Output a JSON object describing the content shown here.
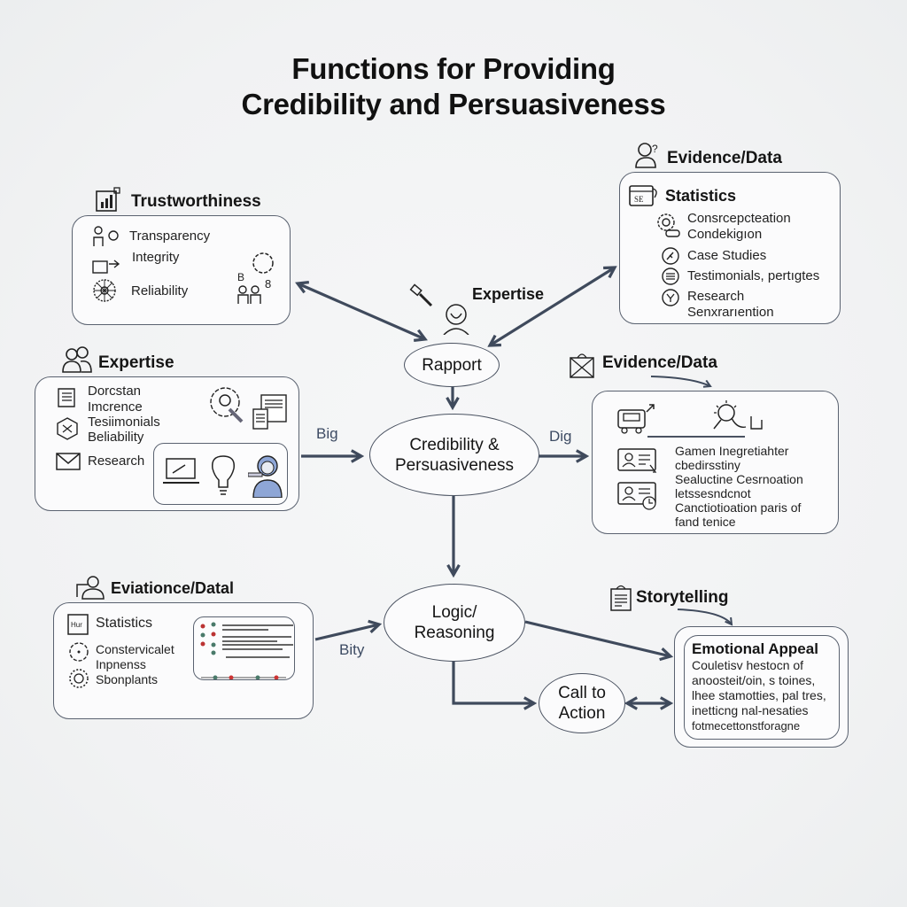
{
  "title_line1": "Functions for Providing",
  "title_line2": "Credibility and Persuasiveness",
  "colors": {
    "arrow": "#3f4a5c",
    "border": "#5a6270",
    "text": "#141414",
    "label": "#3d4b63"
  },
  "nodes": {
    "rapport": "Rapport",
    "center_line1": "Credibility &",
    "center_line2": "Persuasiveness",
    "logic_line1": "Logic/",
    "logic_line2": "Reasoning",
    "cta_line1": "Call to",
    "cta_line2": "Action"
  },
  "top_expertise_label": "Expertise",
  "edge_labels": {
    "big": "Big",
    "dig": "Dig",
    "bity": "Bity"
  },
  "trustworthiness": {
    "heading": "Trustworthiness",
    "items": [
      "Transparency",
      "Integrity",
      "Reliability"
    ]
  },
  "evidence_top": {
    "heading": "Evidence/Data",
    "subheading": "Statistics",
    "items": [
      "Consrcepcteation",
      "Condekigıon",
      "Case Studies",
      "Testimonials, pertıgtes",
      "Research",
      "Senxrarıention"
    ]
  },
  "expertise_left": {
    "heading": "Expertise",
    "items": [
      "Dorcstan",
      "Imcrence",
      "Tesiimonials",
      "Beliability",
      "Research"
    ]
  },
  "evidence_mid": {
    "heading": "Evidence/Data",
    "items": [
      "Gamen Inegretiahter",
      "cbedirsstiny",
      "Sealuctine Cesrnoation",
      "letssesndcnot",
      "Canctiotioation paris of",
      "fand tenice"
    ]
  },
  "evidence_bottom": {
    "heading": "Eviationce/Datal",
    "subheading": "Statistics",
    "items": [
      "Constervicalet",
      "Inpnenss",
      "Sbonplants"
    ]
  },
  "storytelling": {
    "heading": "Storytelling",
    "subheading": "Emotional Appeal",
    "items": [
      "Couletisv hestocn of",
      "anoosteit/oin, s toines,",
      "lhee stamotties, pal tres,",
      "inetticng nal-nesaties",
      "fotmecettonstforagne"
    ]
  }
}
